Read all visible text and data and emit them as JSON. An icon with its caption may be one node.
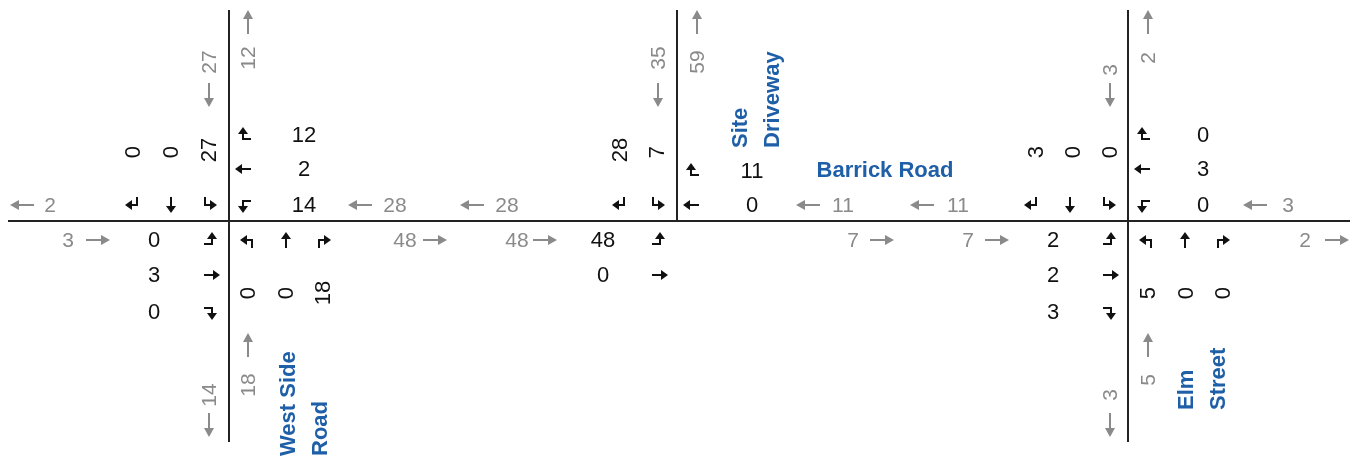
{
  "diagram": {
    "labels": [
      "27",
      "12",
      "35",
      "59",
      "3",
      "2",
      "Site Driveway",
      "12",
      "0",
      "0",
      "0",
      "27",
      "28",
      "7",
      "3",
      "0",
      "0",
      "2",
      "11",
      "Barrick Road",
      "3",
      "2",
      "14",
      "28",
      "28",
      "0",
      "11",
      "11",
      "0",
      "3",
      "3",
      "0",
      "48",
      "48",
      "48",
      "7",
      "7",
      "2",
      "2",
      "3",
      "0",
      "2",
      "0",
      "0",
      "18",
      "5",
      "0",
      "0",
      "0",
      "3",
      "14",
      "18",
      "3",
      "5",
      "West Side Road",
      "Elm Street"
    ]
  }
}
